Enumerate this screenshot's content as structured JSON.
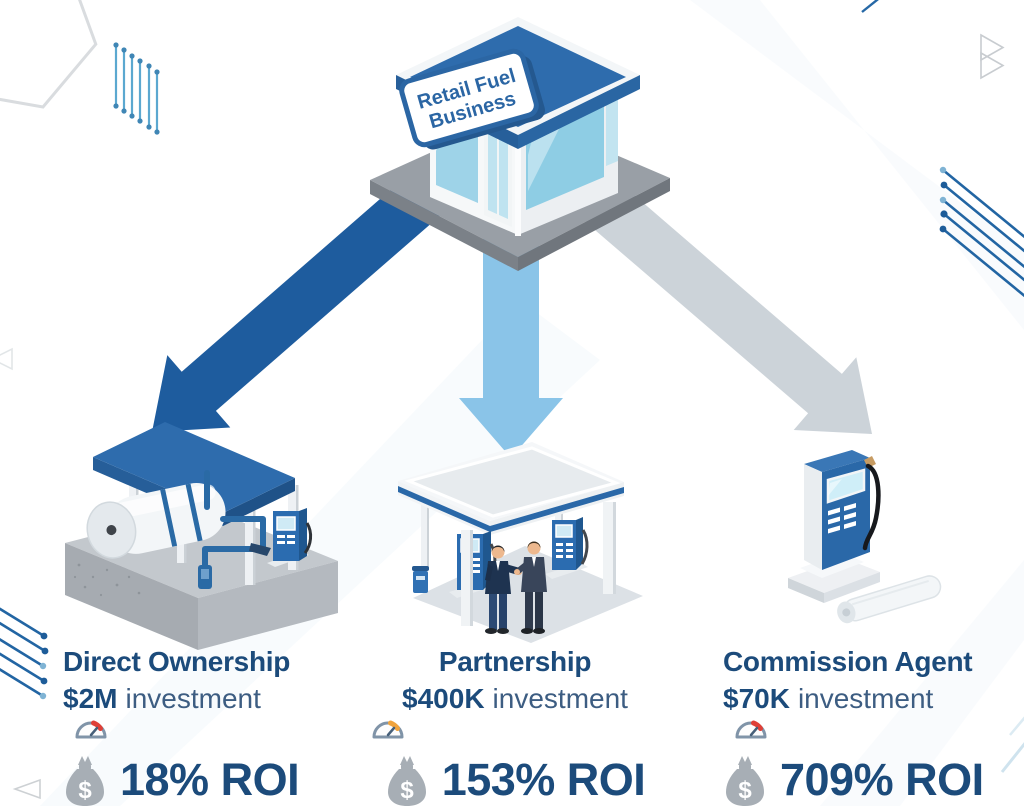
{
  "building": {
    "sign_line1": "Retail Fuel",
    "sign_line2": "Business"
  },
  "options": [
    {
      "name": "Direct Ownership",
      "investment_amount": "$2M",
      "investment_label": "investment",
      "roi": "18% ROI",
      "gauge_color": "#df4038",
      "arrow_color": "#1e5c9e",
      "currency_symbol": "$"
    },
    {
      "name": "Partnership",
      "investment_amount": "$400K",
      "investment_label": "investment",
      "roi": "153% ROI",
      "gauge_color": "#f0a33c",
      "arrow_color": "#8ac4e8",
      "currency_symbol": "$"
    },
    {
      "name": "Commission Agent",
      "investment_amount": "$70K",
      "investment_label": "investment",
      "roi": "709% ROI",
      "gauge_color": "#df4038",
      "arrow_color": "#ccd3d9",
      "currency_symbol": "$"
    }
  ],
  "colors": {
    "heading": "#1c4b7b",
    "label": "#3d5d82",
    "roof_blue": "#2e6cad",
    "money_bag": "#a7aeb5"
  }
}
